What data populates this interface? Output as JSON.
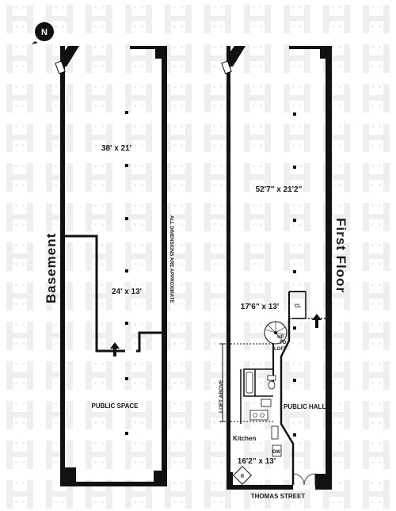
{
  "compass": {
    "label": "N"
  },
  "basement": {
    "title": "Basement",
    "rooms": [
      {
        "dimension": "38' x 21'"
      },
      {
        "dimension": "24' x 13'"
      }
    ],
    "public_space": "PUBLIC SPACE"
  },
  "note": "ALL DIMENSIONS ARE APPROXIMATE",
  "first_floor": {
    "title": "First Floor",
    "rooms": [
      {
        "dimension": "52'7\" x 21'2\""
      },
      {
        "dimension": "17'6\" x 13'"
      },
      {
        "dimension": "16'2\" x 13'"
      }
    ],
    "closet": "CL",
    "stair_up": "UP",
    "stair_to": "TO",
    "stair_loft": "LOFT",
    "loft_above": "LOFT ABOVE",
    "public_hall": "PUBLIC HALL",
    "kitchen": "Kitchen",
    "dishwasher": "DW",
    "refrigerator": "R"
  },
  "street": "THOMAS STREET"
}
